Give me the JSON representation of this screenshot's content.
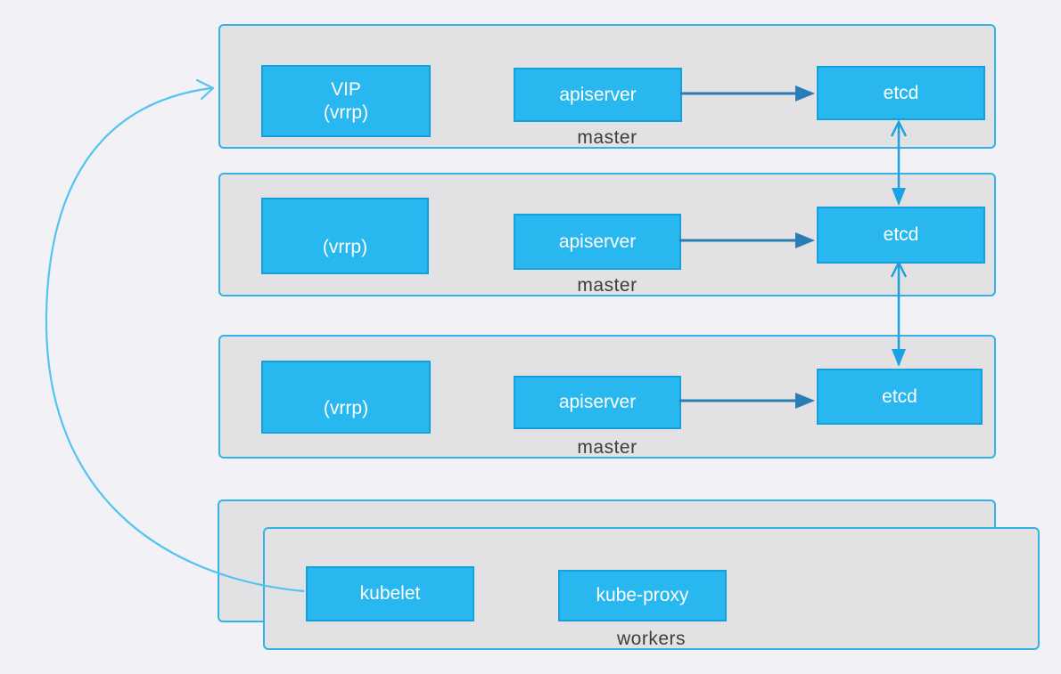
{
  "diagram": {
    "masters": [
      {
        "label": "master",
        "vip": {
          "line1": "VIP",
          "line2": "(vrrp)"
        },
        "apiserver": "apiserver",
        "etcd": "etcd"
      },
      {
        "label": "master",
        "vip": {
          "line1": "",
          "line2": "(vrrp)"
        },
        "apiserver": "apiserver",
        "etcd": "etcd"
      },
      {
        "label": "master",
        "vip": {
          "line1": "",
          "line2": "(vrrp)"
        },
        "apiserver": "apiserver",
        "etcd": "etcd"
      }
    ],
    "workers": {
      "label": "workers",
      "kubelet": "kubelet",
      "kube_proxy": "kube-proxy"
    },
    "edges": [
      {
        "from": "apiserver (master 1)",
        "to": "etcd (master 1)",
        "type": "arrow",
        "color": "#2b7cb6"
      },
      {
        "from": "apiserver (master 2)",
        "to": "etcd (master 2)",
        "type": "arrow",
        "color": "#2b7cb6"
      },
      {
        "from": "apiserver (master 3)",
        "to": "etcd (master 3)",
        "type": "arrow",
        "color": "#2b7cb6"
      },
      {
        "from": "etcd (master 1)",
        "to": "etcd (master 2)",
        "type": "double-arrow",
        "color": "#1ba2e4"
      },
      {
        "from": "etcd (master 2)",
        "to": "etcd (master 3)",
        "type": "double-arrow",
        "color": "#1ba2e4"
      },
      {
        "from": "kubelet (workers)",
        "to": "VIP (master 1)",
        "type": "curved-arrow",
        "color": "#55c3f1"
      }
    ],
    "colors": {
      "background": "#f1f1f6",
      "group_fill": "#e2e2e4",
      "group_border": "#33b1e8",
      "node_fill": "#29b7f0",
      "node_border": "#14a0db",
      "node_text": "#ffffff",
      "label_text": "#3e3e40",
      "arrow_dark": "#2b7cb6",
      "arrow_bright": "#1ba2e4",
      "arrow_curve": "#55c3f1"
    }
  }
}
